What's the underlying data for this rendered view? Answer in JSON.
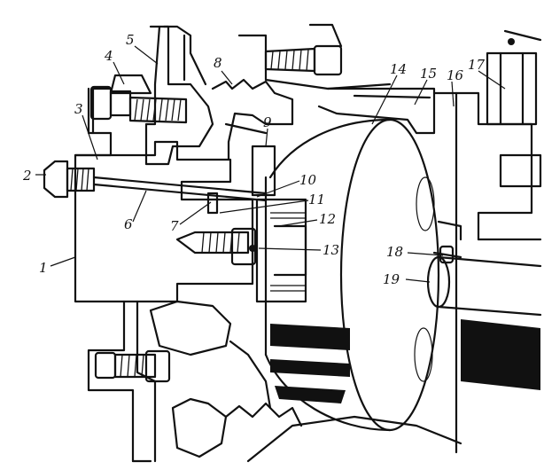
{
  "callouts": [
    {
      "id": "1",
      "text": "1"
    },
    {
      "id": "2",
      "text": "2"
    },
    {
      "id": "3",
      "text": "3"
    },
    {
      "id": "4",
      "text": "4"
    },
    {
      "id": "5",
      "text": "5"
    },
    {
      "id": "6",
      "text": "6"
    },
    {
      "id": "7",
      "text": "7"
    },
    {
      "id": "8",
      "text": "8"
    },
    {
      "id": "9",
      "text": "9"
    },
    {
      "id": "10",
      "text": "10"
    },
    {
      "id": "11",
      "text": "11"
    },
    {
      "id": "12",
      "text": "12"
    },
    {
      "id": "13",
      "text": "13"
    },
    {
      "id": "14",
      "text": "14"
    },
    {
      "id": "15",
      "text": "15"
    },
    {
      "id": "16",
      "text": "16"
    },
    {
      "id": "17",
      "text": "17"
    },
    {
      "id": "18",
      "text": "18"
    },
    {
      "id": "19",
      "text": "19"
    }
  ],
  "colors": {
    "ink": "#111111",
    "paper": "#ffffff"
  }
}
